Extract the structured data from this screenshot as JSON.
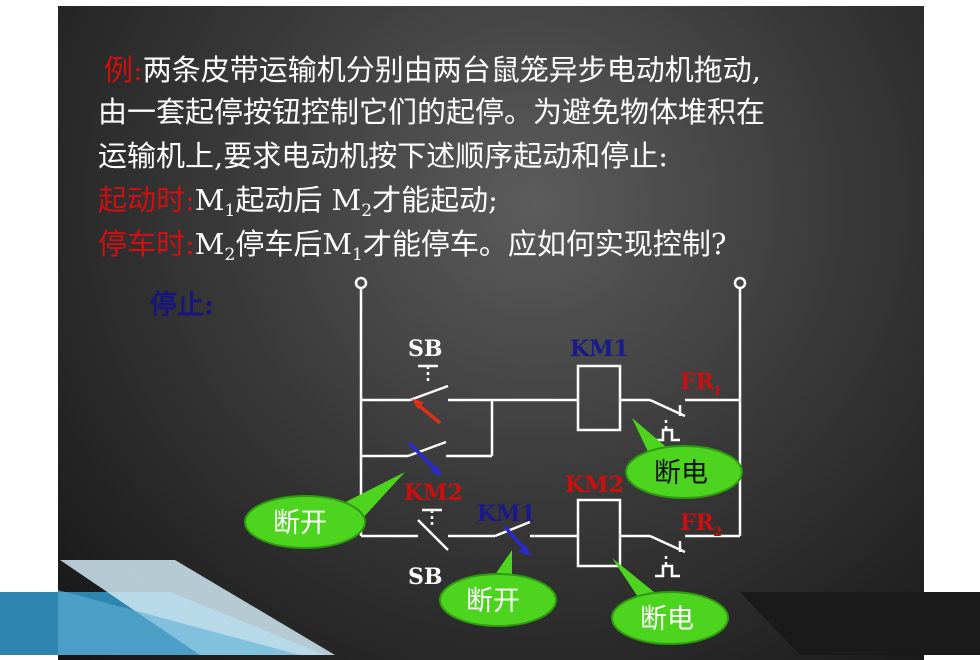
{
  "example": {
    "label": "例:",
    "line1": "两条皮带运输机分别由两台鼠笼异步电动机拖动,",
    "line2": "由一套起停按钮控制它们的起停。为避免物体堆积在",
    "line3": "运输机上,要求电动机按下述顺序起动和停止:"
  },
  "start_rule": {
    "label": "起动时:",
    "m1": "M",
    "m1_sub": "1",
    "mid": "起动后 M",
    "m2_sub": "2",
    "end": "才能起动;"
  },
  "stop_rule": {
    "label": "停车时:",
    "m2": "M",
    "m2_sub": "2",
    "mid": "停车后M",
    "m1_sub": "1",
    "end": "才能停车。应如何实现控制?"
  },
  "stop_heading": "停止:",
  "circuit": {
    "sb_top": "SB",
    "sb_bottom": "SB",
    "km1_coil": "KM1",
    "km2_coil": "KM2",
    "km2_contact": "KM2",
    "km1_contact": "KM1",
    "fr1": "FR",
    "fr1_sub": "1",
    "fr2": "FR",
    "fr2_sub": "2"
  },
  "callouts": {
    "break_left": "断开",
    "power_off_top": "断电",
    "break_bottom": "断开",
    "power_off_bottom": "断电"
  },
  "colors": {
    "red": "#d01010",
    "navy": "#17177a",
    "callout_green": "#4cd41e"
  }
}
